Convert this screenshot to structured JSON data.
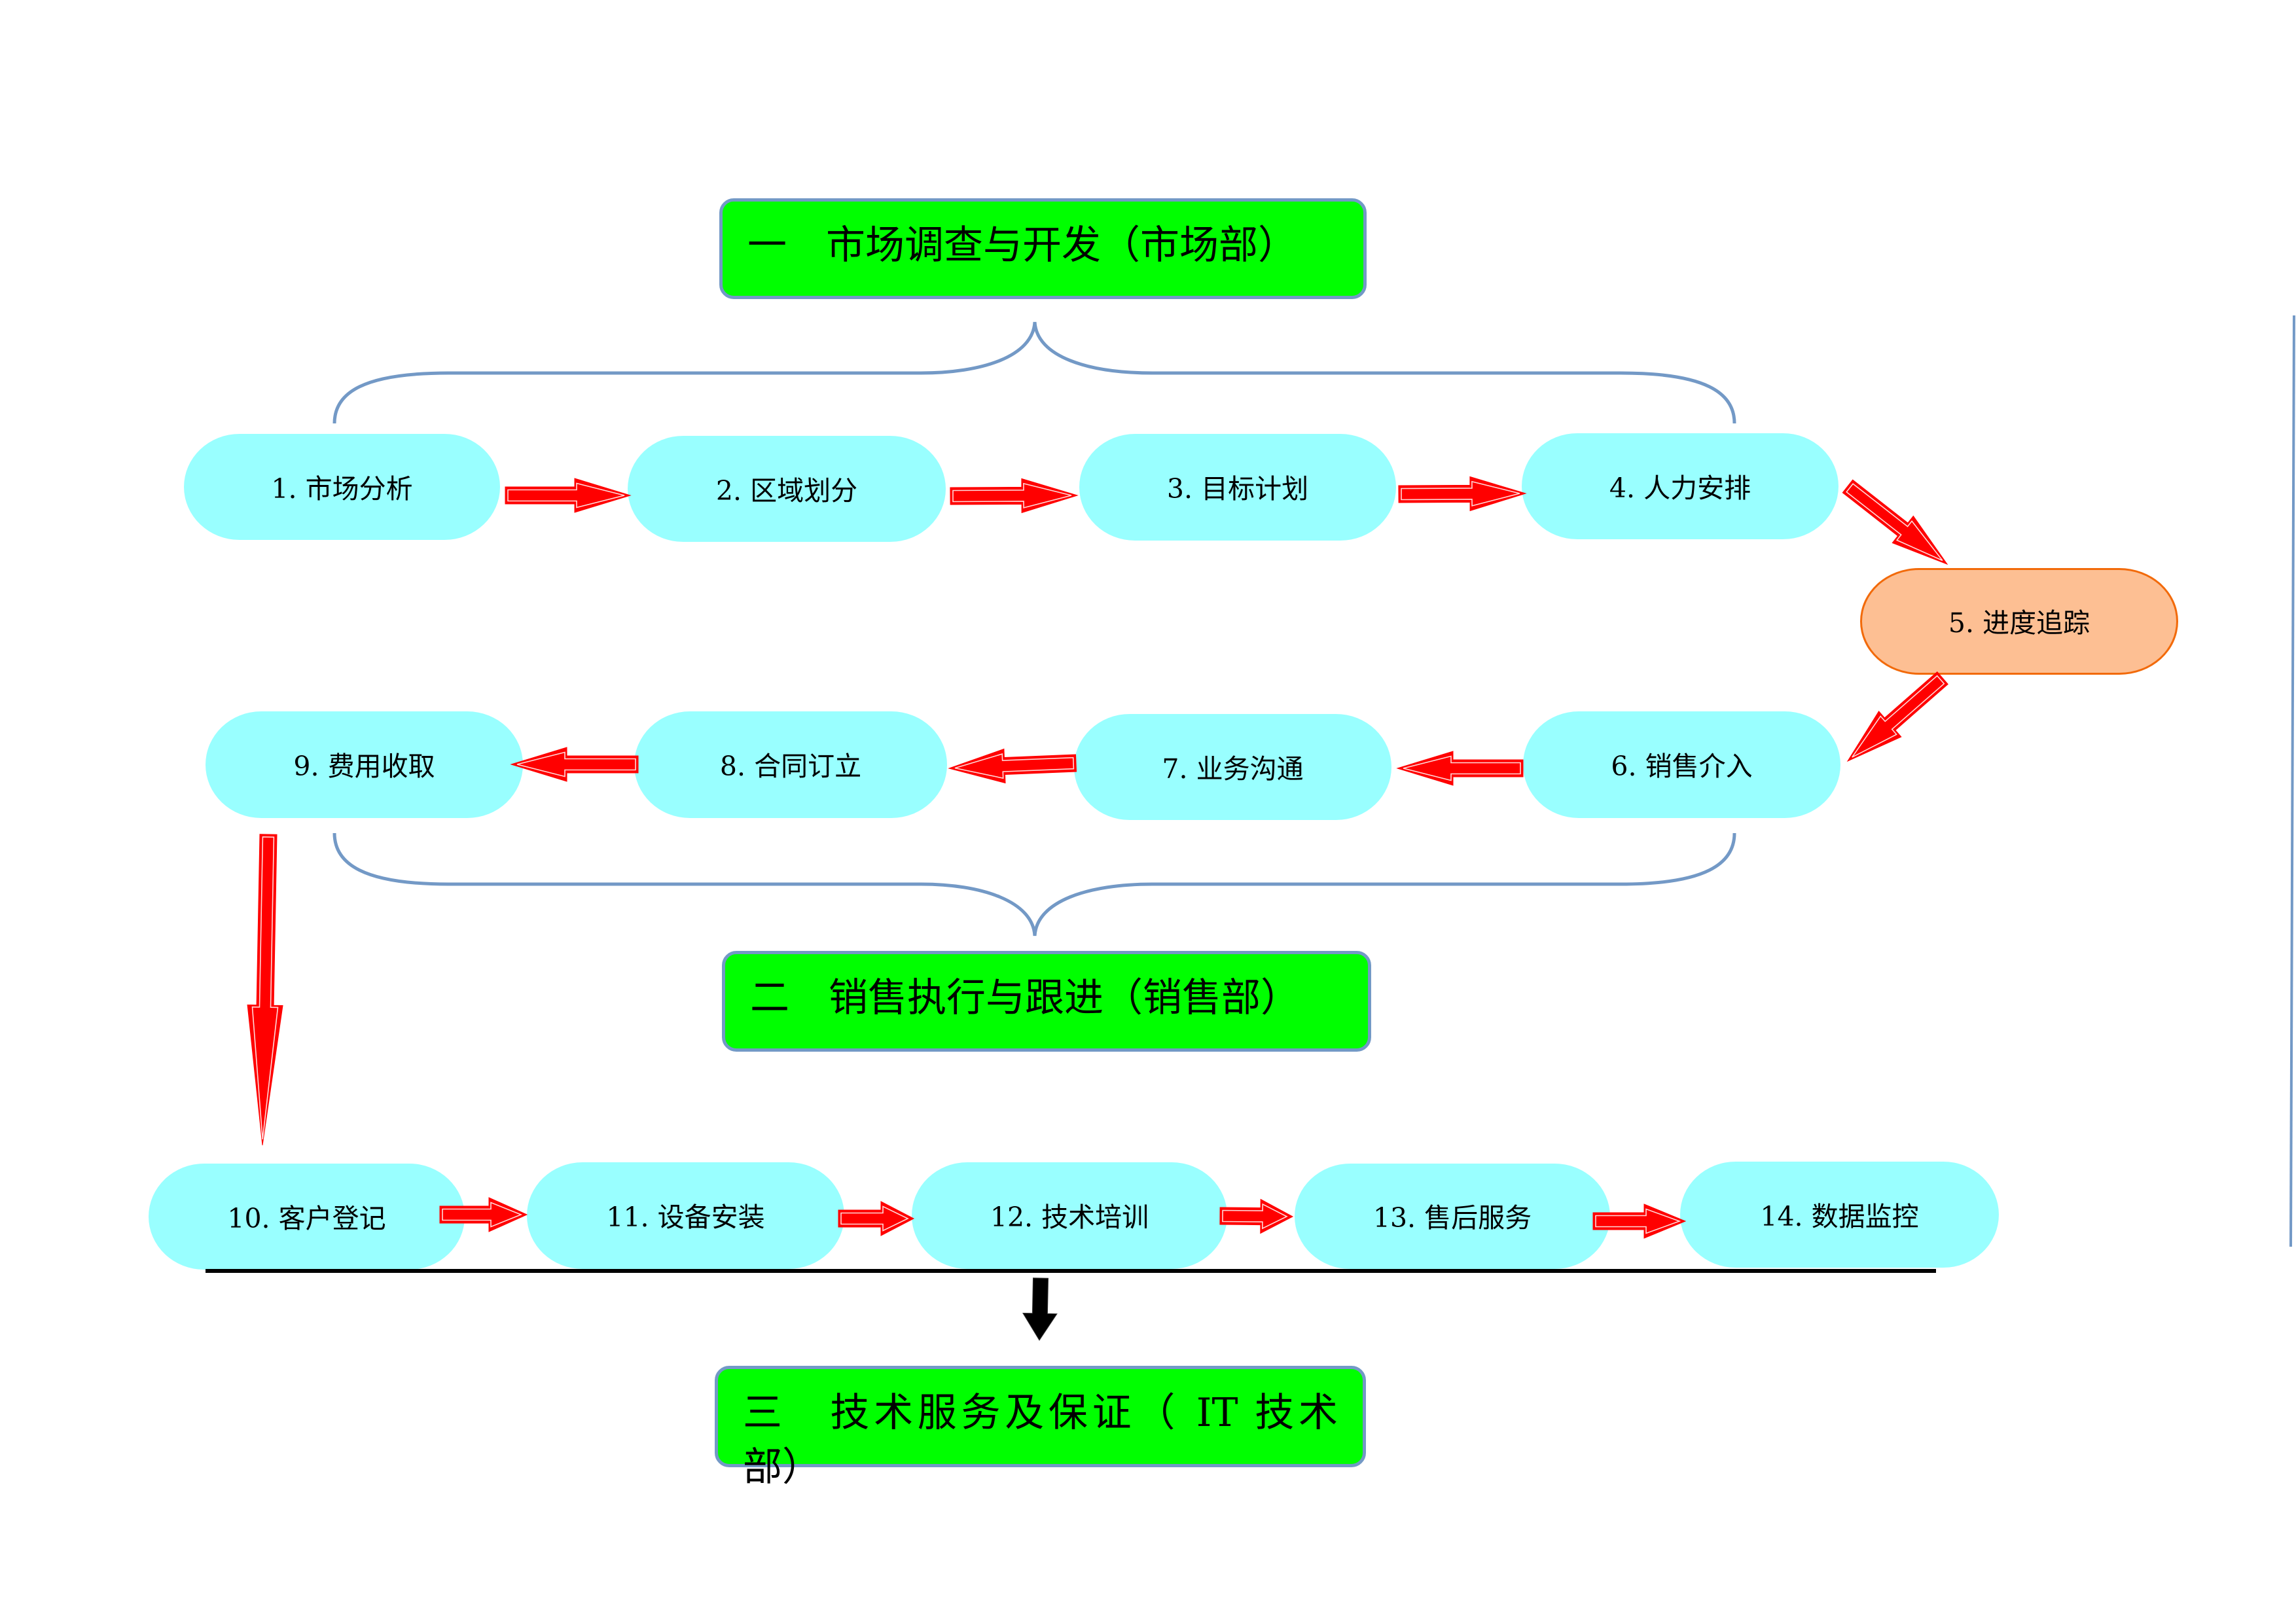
{
  "colors": {
    "page_bg": "#FFFFFF",
    "step_fill": "#99FFFF",
    "highlight_step_fill": "#FDBF93",
    "highlight_step_border": "#F26A0A",
    "section_fill": "#00FF00",
    "section_border": "#7399C6",
    "flow_arrow": "#FF0000",
    "handoff_arrow": "#000000",
    "bracket": "#7399C6",
    "divider": "#000000",
    "margin_rule": "#7399C6"
  },
  "sections": [
    {
      "label": "一　市场调查与开发（市场部）",
      "covers_steps": [
        1,
        2,
        3,
        4
      ]
    },
    {
      "label": "二　销售执行与跟进（销售部）",
      "covers_steps": [
        6,
        7,
        8,
        9
      ]
    },
    {
      "label": "三　技术服务及保证（ IT 技术部）",
      "covers_steps": [
        10,
        11,
        12,
        13,
        14
      ]
    }
  ],
  "steps": [
    {
      "label": "1. 市场分析"
    },
    {
      "label": "2. 区域划分"
    },
    {
      "label": "3. 目标计划"
    },
    {
      "label": "4. 人力安排"
    },
    {
      "label": "5. 进度追踪",
      "highlight": true
    },
    {
      "label": "6. 销售介入"
    },
    {
      "label": "7. 业务沟通"
    },
    {
      "label": "8. 合同订立"
    },
    {
      "label": "9. 费用收取"
    },
    {
      "label": "10. 客户登记"
    },
    {
      "label": "11. 设备安装"
    },
    {
      "label": "12. 技术培训"
    },
    {
      "label": "13. 售后服务"
    },
    {
      "label": "14. 数据监控"
    }
  ],
  "flows": [
    {
      "from": 1,
      "to": 2
    },
    {
      "from": 2,
      "to": 3
    },
    {
      "from": 3,
      "to": 4
    },
    {
      "from": 4,
      "to": 5
    },
    {
      "from": 5,
      "to": 6
    },
    {
      "from": 6,
      "to": 7
    },
    {
      "from": 7,
      "to": 8
    },
    {
      "from": 8,
      "to": 9
    },
    {
      "from": 9,
      "to": 10
    },
    {
      "from": 10,
      "to": 11
    },
    {
      "from": 11,
      "to": 12
    },
    {
      "from": 12,
      "to": 13
    },
    {
      "from": 13,
      "to": 14
    },
    {
      "from": "steps 10-14",
      "to": "section 三",
      "style": "handoff"
    }
  ]
}
